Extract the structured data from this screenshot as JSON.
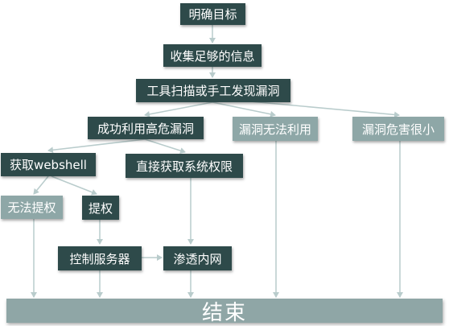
{
  "nodes": {
    "goal": "明确目标",
    "collect": "收集足够的信息",
    "scan": "工具扫描或手工发现漏洞",
    "exploit_high": "成功利用高危漏洞",
    "cannot_exploit": "漏洞无法利用",
    "low_risk": "漏洞危害很小",
    "webshell": "获取webshell",
    "direct_privilege": "直接获取系统权限",
    "no_escalate": "无法提权",
    "escalate": "提权",
    "control_server": "控制服务器",
    "pivot": "渗透内网",
    "end": "结束"
  },
  "colors": {
    "dark_node": "#2e4a4a",
    "light_node": "#8ea7a7",
    "end_bar": "#8fa6a6",
    "connector": "#b9cccc"
  }
}
